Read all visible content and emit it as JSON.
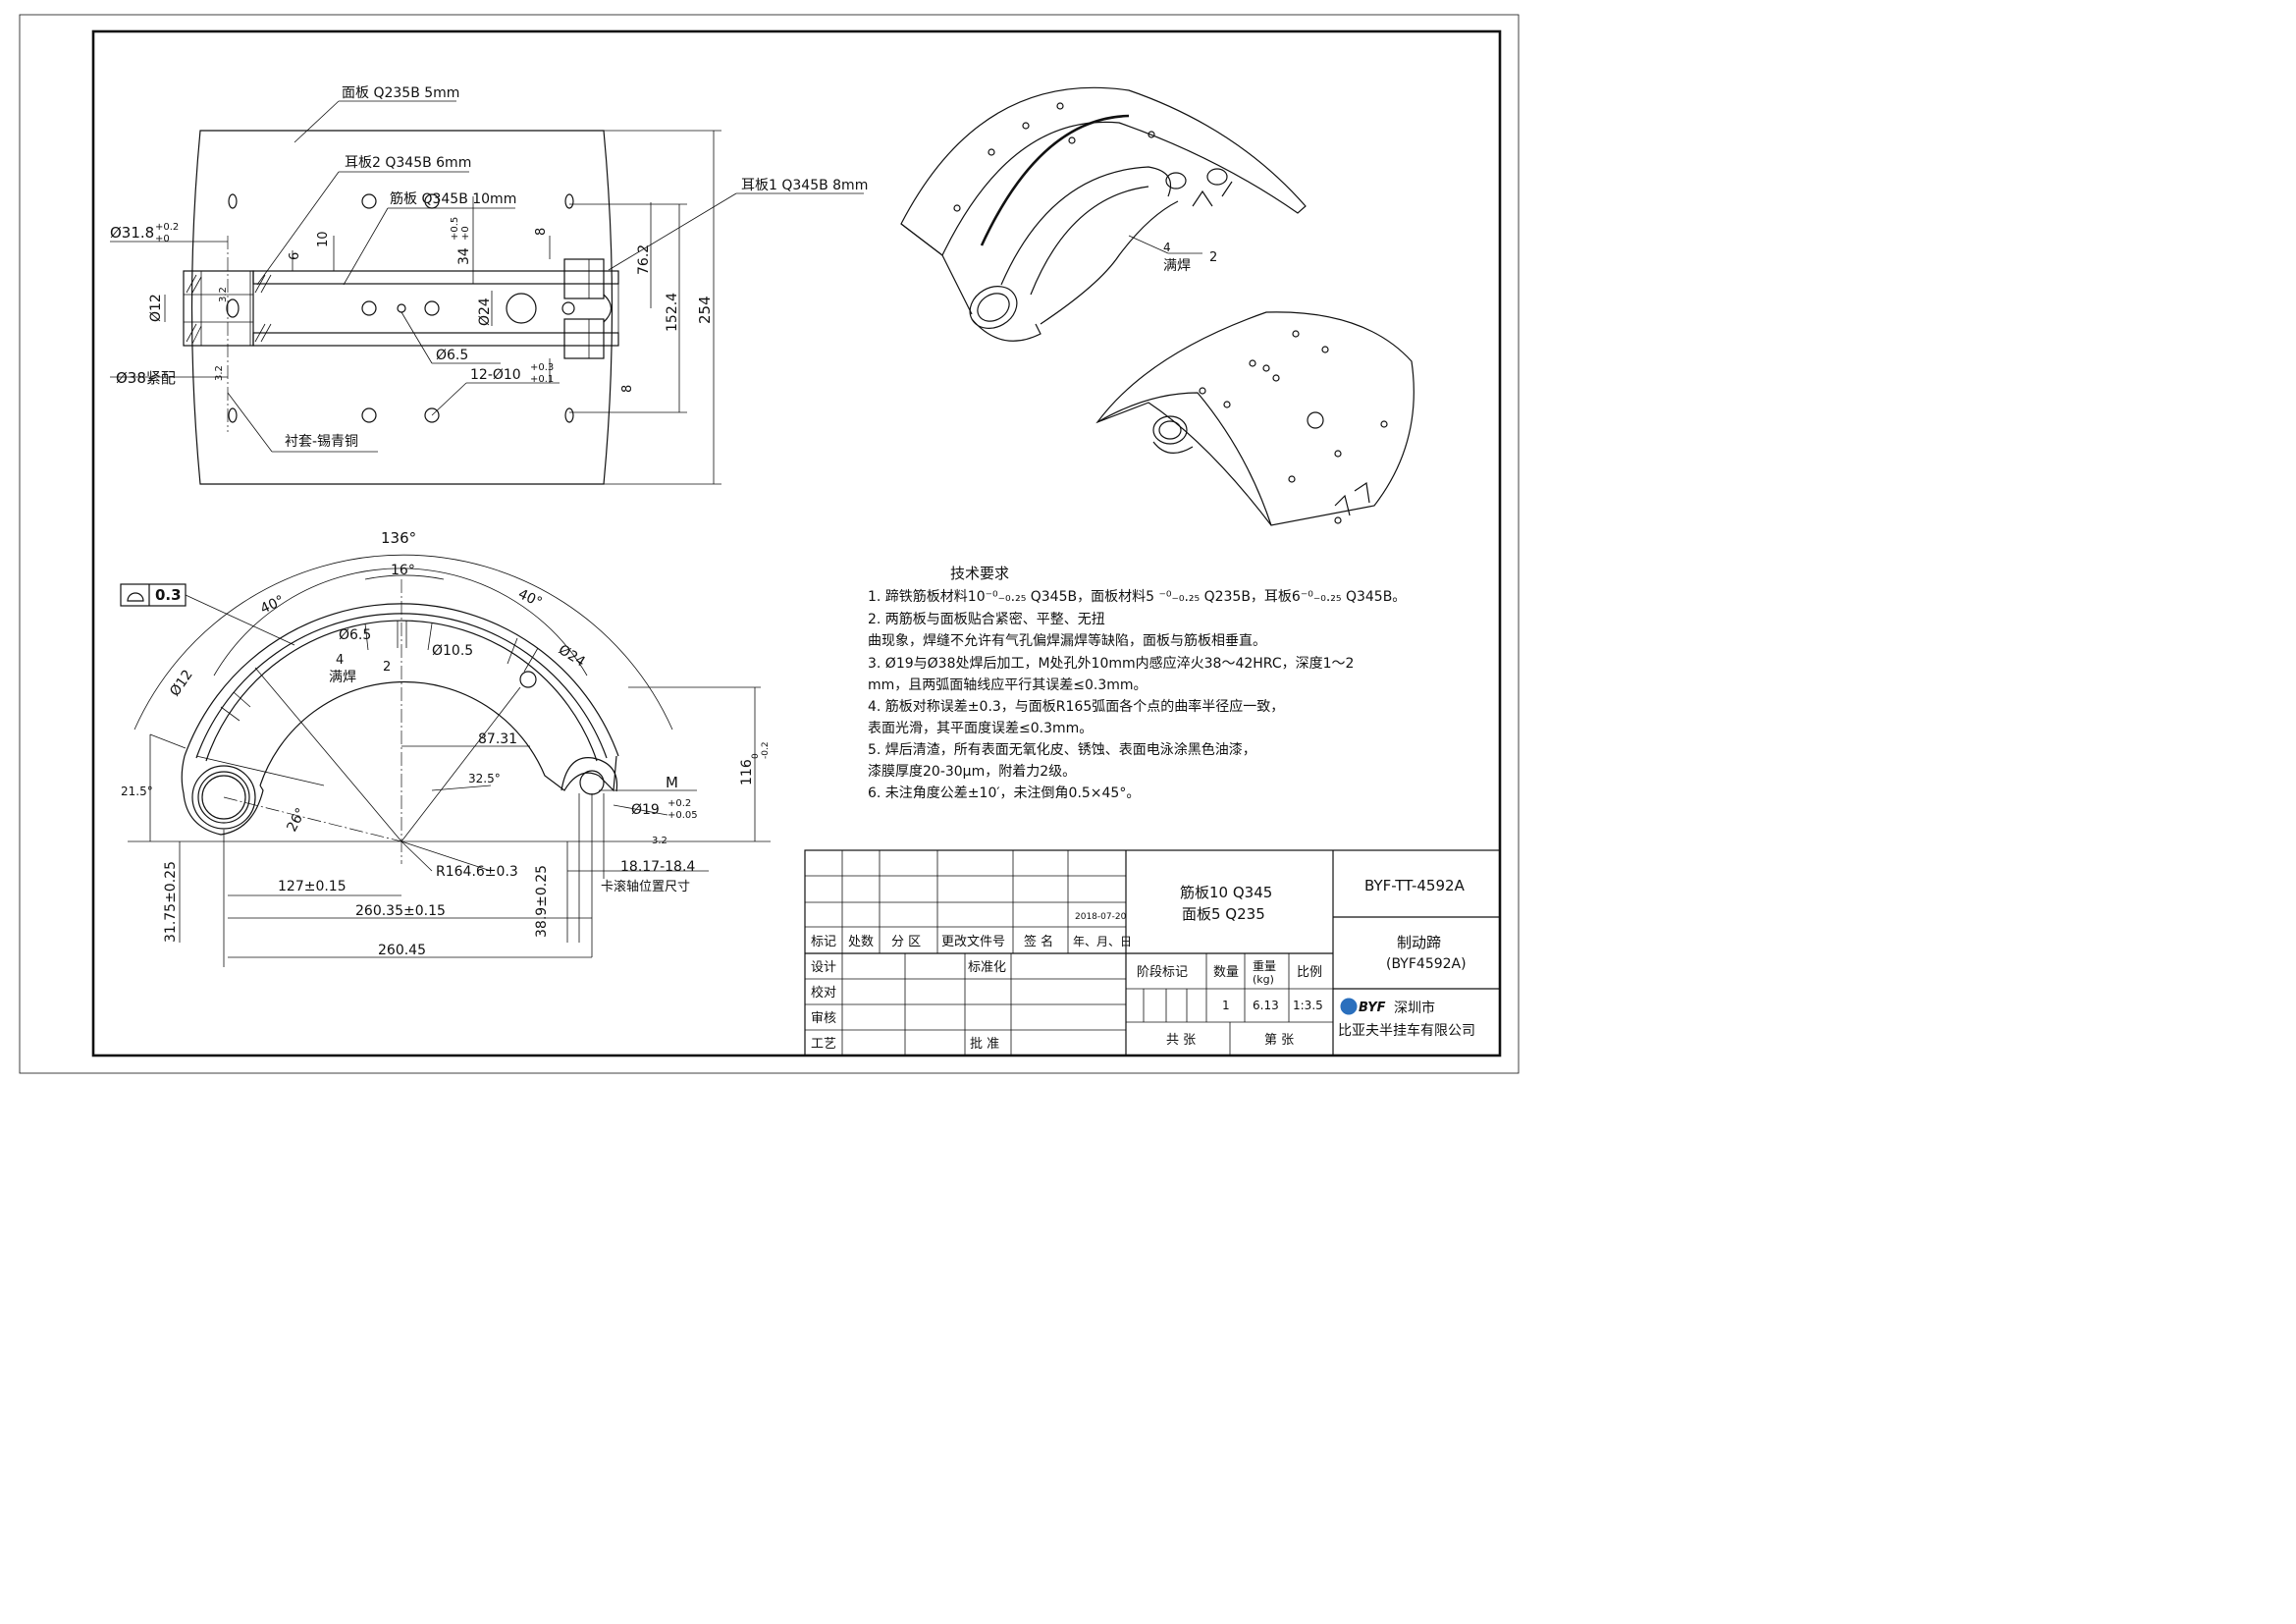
{
  "top_view": {
    "label_face": "面板  Q235B 5mm",
    "label_ear2": "耳板2  Q345B 6mm",
    "label_rib": "筋板  Q345B 10mm",
    "label_ear1": "耳板1  Q345B 8mm",
    "label_bushing": "衬套-锡青铜",
    "dim_d318": "Ø31.8",
    "tol_d318_up": "+0.2",
    "tol_d318_low": "+0",
    "dim_d12": "Ø12",
    "rough_32a": "3.2",
    "dim_d38": "Ø38紧配",
    "rough_32b": "3.2",
    "dim_10": "10",
    "dim_6": "6",
    "dim_34": "34",
    "tol_34_up": "+0.5",
    "tol_34_low": "+0",
    "dim_8a": "8",
    "dim_d24": "Ø24",
    "dim_d65": "Ø6.5",
    "dim_holes": "12-Ø10",
    "tol_holes_up": "+0.3",
    "tol_holes_low": "+0.1",
    "dim_762": "76.2",
    "dim_1524": "152.4",
    "dim_254": "254",
    "dim_8b": "8"
  },
  "side_view": {
    "flatness_value": "0.3",
    "dim_136": "136°",
    "dim_16": "16°",
    "dim_40a": "40°",
    "dim_40b": "40°",
    "dim_d65": "Ø6.5",
    "dim_d105": "Ø10.5",
    "dim_d24": "Ø24",
    "dim_d12": "Ø12",
    "weld_size": "4",
    "weld_text": "满焊",
    "weld_count": "2",
    "dim_8731": "87.31",
    "dim_325": "32.5°",
    "dim_215": "21.5°",
    "dim_26": "26°",
    "label_m": "M",
    "dim_d19": "Ø19",
    "tol_d19_up": "+0.2",
    "tol_d19_low": "+0.05",
    "rough_32": "3.2",
    "dim_116": "116",
    "tol_116": "-0.2",
    "tol_116_up": "0",
    "dim_r1646": "R164.6±0.3",
    "dim_1817": "18.17-18.4",
    "label_roller": "卡滚轴位置尺寸",
    "dim_127": "127±0.15",
    "dim_26035": "260.35±0.15",
    "dim_26045": "260.45",
    "dim_3175": "31.75±0.25",
    "dim_389": "38.9±0.25"
  },
  "iso_view": {
    "weld_size": "4",
    "weld_text": "满焊",
    "weld_count": "2"
  },
  "tech_requirements": {
    "title": "技术要求",
    "items": [
      "1.  蹄铁筋板材料10⁻⁰₋₀.₂₅ Q345B，面板材料5  ⁻⁰₋₀.₂₅ Q235B，耳板6⁻⁰₋₀.₂₅ Q345B。",
      "2.  两筋板与面板贴合紧密、平整、无扭",
      "     曲现象，焊缝不允许有气孔偏焊漏焊等缺陷，面板与筋板相垂直。",
      "3.  Ø19与Ø38处焊后加工，M处孔外10mm内感应淬火38～42HRC，深度1～2",
      "     mm，且两弧面轴线应平行其误差≤0.3mm。",
      "4.  筋板对称误差±0.3，与面板R165弧面各个点的曲率半径应一致，",
      "表面光滑，其平面度误差≤0.3mm。",
      "5.  焊后清渣，所有表面无氧化皮、锈蚀、表面电泳涂黑色油漆，",
      "漆膜厚度20-30μm，附着力2级。",
      "6.  未注角度公差±10′，未注倒角0.5×45°。"
    ]
  },
  "title_block": {
    "date": "2018-07-20",
    "rev_headers": [
      "标记",
      "处数",
      "分 区",
      "更改文件号",
      "签 名",
      "年、月、日"
    ],
    "role_design": "设计",
    "role_check": "校对",
    "role_review": "审核",
    "role_process": "工艺",
    "std": "标准化",
    "approve": "批 准",
    "material_1": "筋板10  Q345",
    "material_2": "面板5   Q235",
    "stage_label": "阶段标记",
    "qty_label": "数量",
    "weight_label": "重量",
    "weight_unit": "(kg)",
    "scale_label": "比例",
    "qty_value": "1",
    "weight_value": "6.13",
    "scale_value": "1:3.5",
    "sheets_total": "共   张",
    "sheet_no": "第   张",
    "drawing_no": "BYF-TT-4592A",
    "part_name": "制动蹄",
    "part_code": "(BYF4592A)",
    "logo": "BYF",
    "company_1": "深圳市",
    "company_2": "比亚夫半挂车有限公司"
  }
}
